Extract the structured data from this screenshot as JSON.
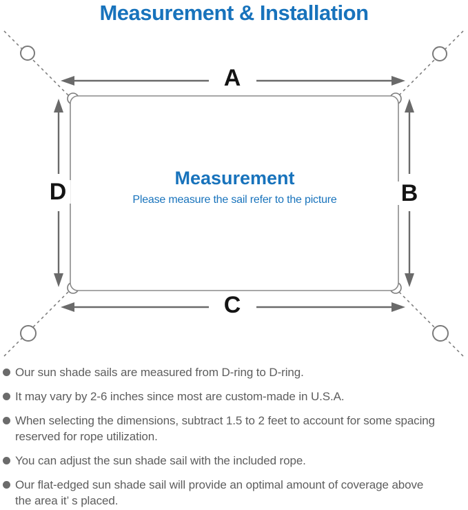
{
  "page": {
    "title": "Measurement & Installation"
  },
  "diagram": {
    "type": "sun-shade-sail-measurement-diagram",
    "center_title": "Measurement",
    "center_subtitle": "Please measure the sail refer to the picture",
    "dimension_labels": {
      "top": "A",
      "right": "B",
      "bottom": "C",
      "left": "D"
    },
    "icons": [
      "anchor-ring-icon",
      "d-ring-icon",
      "dashed-rope-line",
      "dimension-arrow"
    ]
  },
  "notes": [
    "Our sun shade sails are measured from D-ring to D-ring.",
    "It may vary by 2-6 inches since most are custom-made in U.S.A.",
    "When selecting the dimensions, subtract 1.5 to 2 feet to account for some spacing\nreserved for rope utilization.",
    "You can adjust the sun shade sail with the included rope.",
    "Our flat-edged sun shade sail will provide an optimal amount of coverage above\nthe area it’ s placed."
  ],
  "colors": {
    "accent_blue": "#1873BC",
    "line_gray": "#7F7F7F",
    "arrow_gray": "#6A6A6A",
    "label_black": "#141414",
    "text_gray": "#5D5D5D",
    "background": "#FFFFFF"
  }
}
